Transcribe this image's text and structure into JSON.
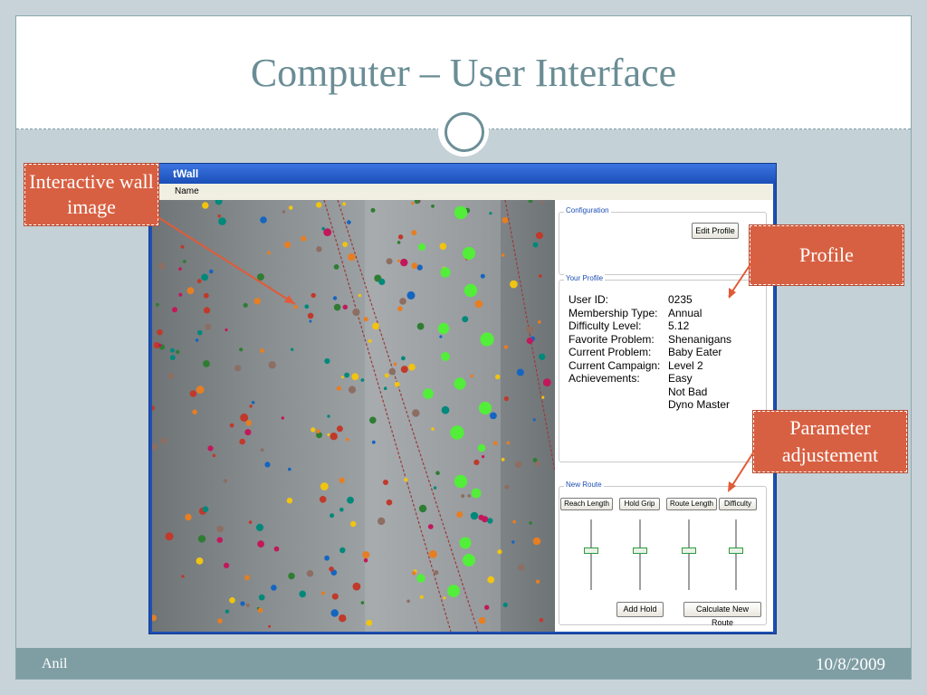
{
  "slide": {
    "title": "Computer – User Interface",
    "footer_left": "Anil",
    "footer_right": "10/8/2009"
  },
  "app": {
    "title": "tWall",
    "menu_item": "Name",
    "configuration": {
      "legend": "Configuration",
      "edit_profile_label": "Edit Profile"
    },
    "profile": {
      "legend": "Your Profile",
      "rows": [
        {
          "label": "User ID:",
          "value": "0235"
        },
        {
          "label": "Membership Type:",
          "value": "Annual"
        },
        {
          "label": "Difficulty Level:",
          "value": "5.12"
        },
        {
          "label": "Favorite Problem:",
          "value": "Shenanigans"
        },
        {
          "label": "Current Problem:",
          "value": "Baby Eater"
        },
        {
          "label": "Current Campaign:",
          "value": "Level 2"
        },
        {
          "label": "Achievements:",
          "value": "Easy"
        },
        {
          "label": "",
          "value": "Not Bad"
        },
        {
          "label": "",
          "value": "Dyno Master"
        }
      ]
    },
    "new_route": {
      "legend": "New Route",
      "param_labels": [
        "Reach Length",
        "Hold Grip",
        "Route Length",
        "Difficulty"
      ],
      "add_hold_label": "Add Hold",
      "calculate_label": "Calculate New Route"
    }
  },
  "callouts": {
    "wall": "Interactive wall image",
    "profile": "Profile",
    "parameter": "Parameter adjustement"
  },
  "colors": {
    "accent": "#d86042",
    "title": "#6a8d95",
    "footer": "#7f9ea4",
    "window": "#1d4fb3",
    "highlight_hold": "#52ee3a"
  }
}
